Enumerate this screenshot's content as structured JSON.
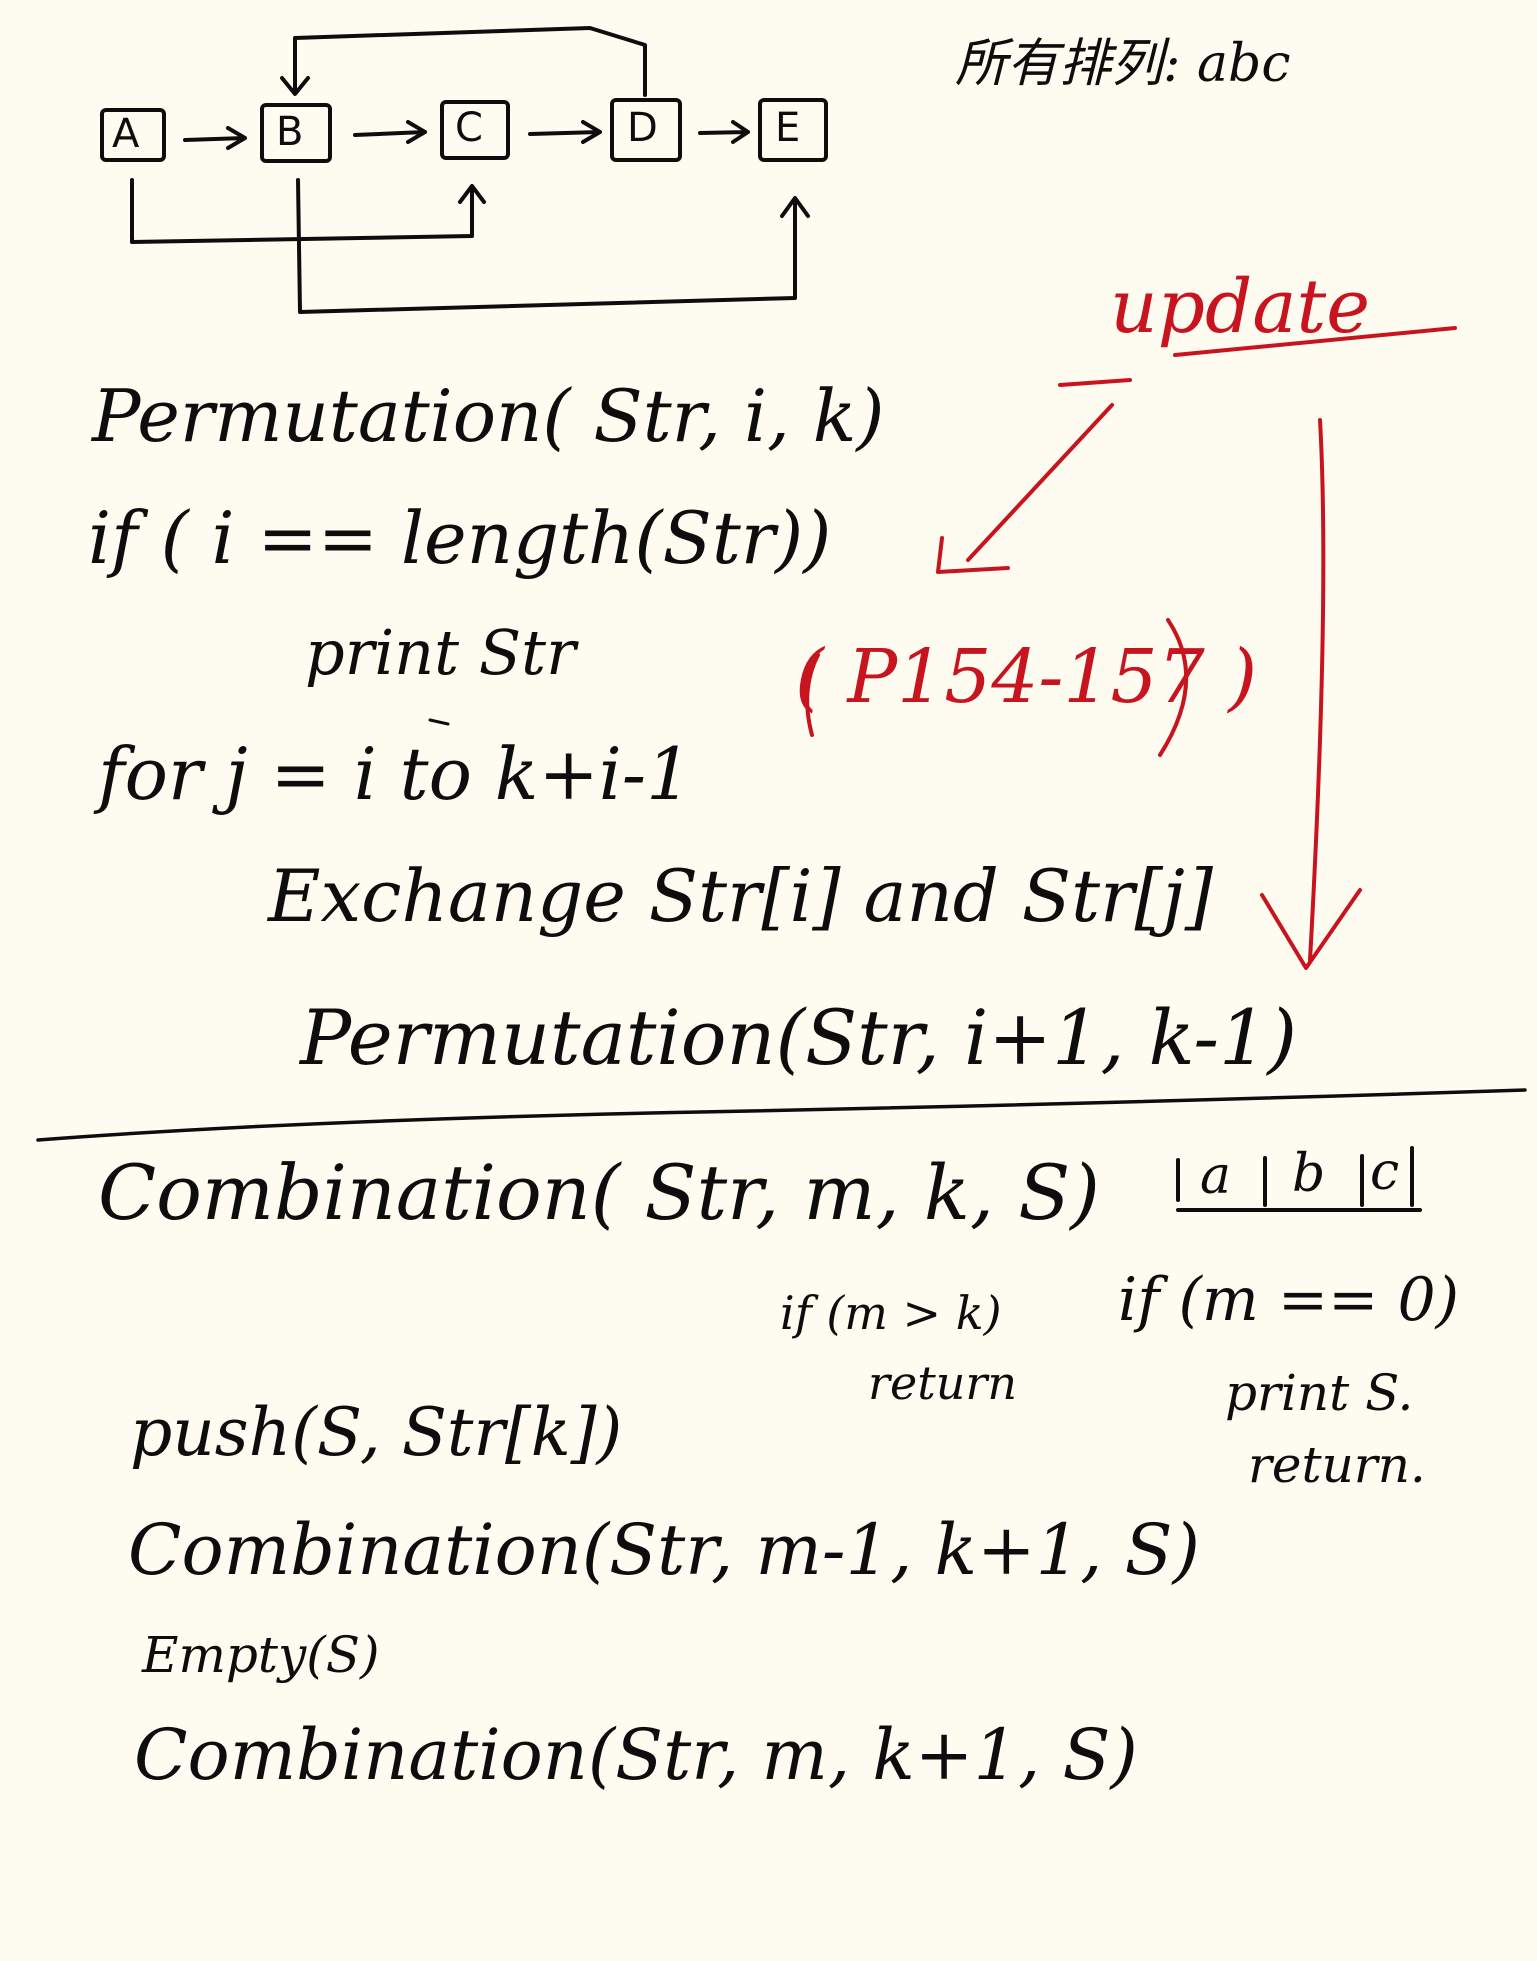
{
  "colors": {
    "ink": "#0d0d0d",
    "red": "#C8141E",
    "paper": "#FEFCF1"
  },
  "diagram": {
    "nodes": [
      "A",
      "B",
      "C",
      "D",
      "E"
    ]
  },
  "header_note": "所有排列: abc",
  "update_note": "update",
  "page_ref": "( P154-157 )",
  "permutation": {
    "signature": "Permutation( Str, i, k)",
    "if_line": "if ( i == length(Str))",
    "print_line": "print Str",
    "for_line": "for j = i to k+i-1",
    "exchange_line": "Exchange Str[i] and Str[j]",
    "recursive_call": "Permutation(Str, i+1, k-1)"
  },
  "combination": {
    "signature": "Combination( Str, m, k, S)",
    "array_cells": [
      "a",
      "b",
      "c"
    ],
    "cond1": "if (m > k)",
    "cond1_action": "return",
    "cond2": "if (m == 0)",
    "cond2_action1": "print S.",
    "cond2_action2": "return.",
    "push_line": "push(S, Str[k])",
    "call1": "Combination(Str, m-1, k+1, S)",
    "empty_line": "Empty(S)",
    "call2": "Combination(Str, m, k+1, S)"
  }
}
